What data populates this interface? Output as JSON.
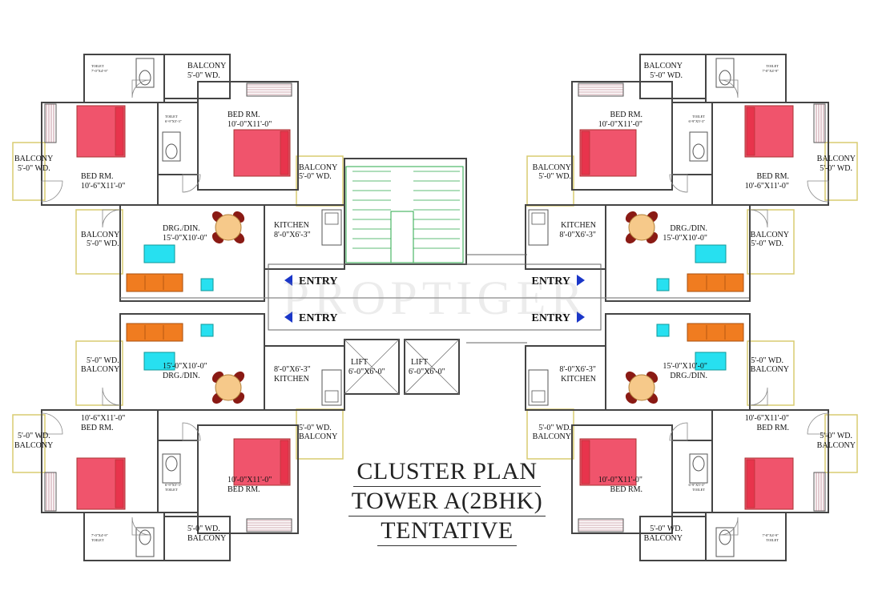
{
  "labels": {
    "balcony": "BALCONY",
    "balcony_size": "5'-0\" WD.",
    "bed_room": "BED RM.",
    "bed_size_a": "10'-6\"X11'-0\"",
    "bed_size_b": "10'-0\"X11'-0\"",
    "toilet": "TOILET",
    "toilet_size_a": "7'-0\"X4'-9\"",
    "toilet_size_b": "6'-9\"X5'-3\"",
    "kitchen": "KITCHEN",
    "kitchen_size": "8'-0\"X6'-3\"",
    "drawing": "DRG./DIN.",
    "drawing_size": "15'-0\"X10'-0\"",
    "entry": "ENTRY",
    "lift": "LIFT",
    "lift_size": "6'-0\"X6'-0\""
  },
  "title": {
    "line1": "CLUSTER PLAN",
    "line2": "TOWER A(2BHK)",
    "line3": "TENTATIVE"
  },
  "watermark": "PROPTIGER",
  "colors": {
    "bed": "#f0546c",
    "sofa": "#f07c20",
    "table": "#f6c98a",
    "chair": "#8a1a14",
    "cyan": "#27e0f0",
    "stair": "#2aa84a",
    "wall": "#444444",
    "balcony_outline": "#d8cc70",
    "arrow": "#1a36c8"
  }
}
